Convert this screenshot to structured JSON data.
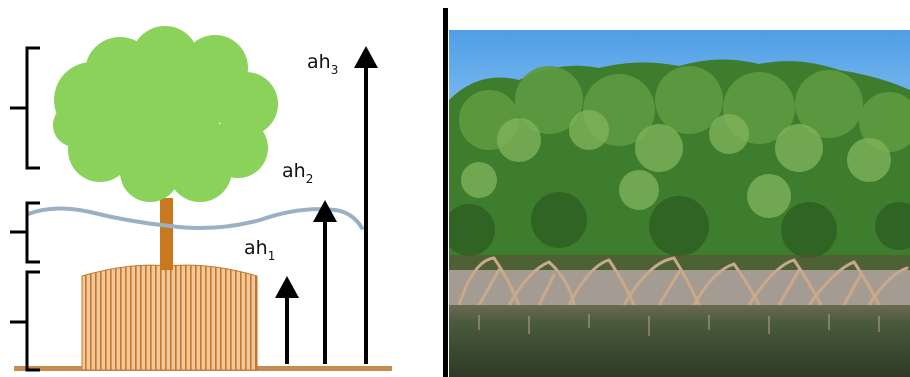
{
  "diagram": {
    "labels": [
      {
        "base": "ah",
        "sub": "1"
      },
      {
        "base": "ah",
        "sub": "2"
      },
      {
        "base": "ah",
        "sub": "3"
      }
    ],
    "colors": {
      "canopy": "#8ad25a",
      "trunk": "#c8781e",
      "water": "#9bb0c4",
      "roots_fill": "#f2c79a",
      "roots_stripe": "#c4782e",
      "ground": "#c98a4e",
      "arrows": "#000000",
      "brackets": "#000000"
    }
  },
  "photo": {
    "colors": {
      "sky": "#5aa6ea",
      "foliage": "#3f7d2e",
      "foliage_light": "#7fb35a",
      "roots": "#c9a98a",
      "water": "#3c4a34"
    }
  }
}
